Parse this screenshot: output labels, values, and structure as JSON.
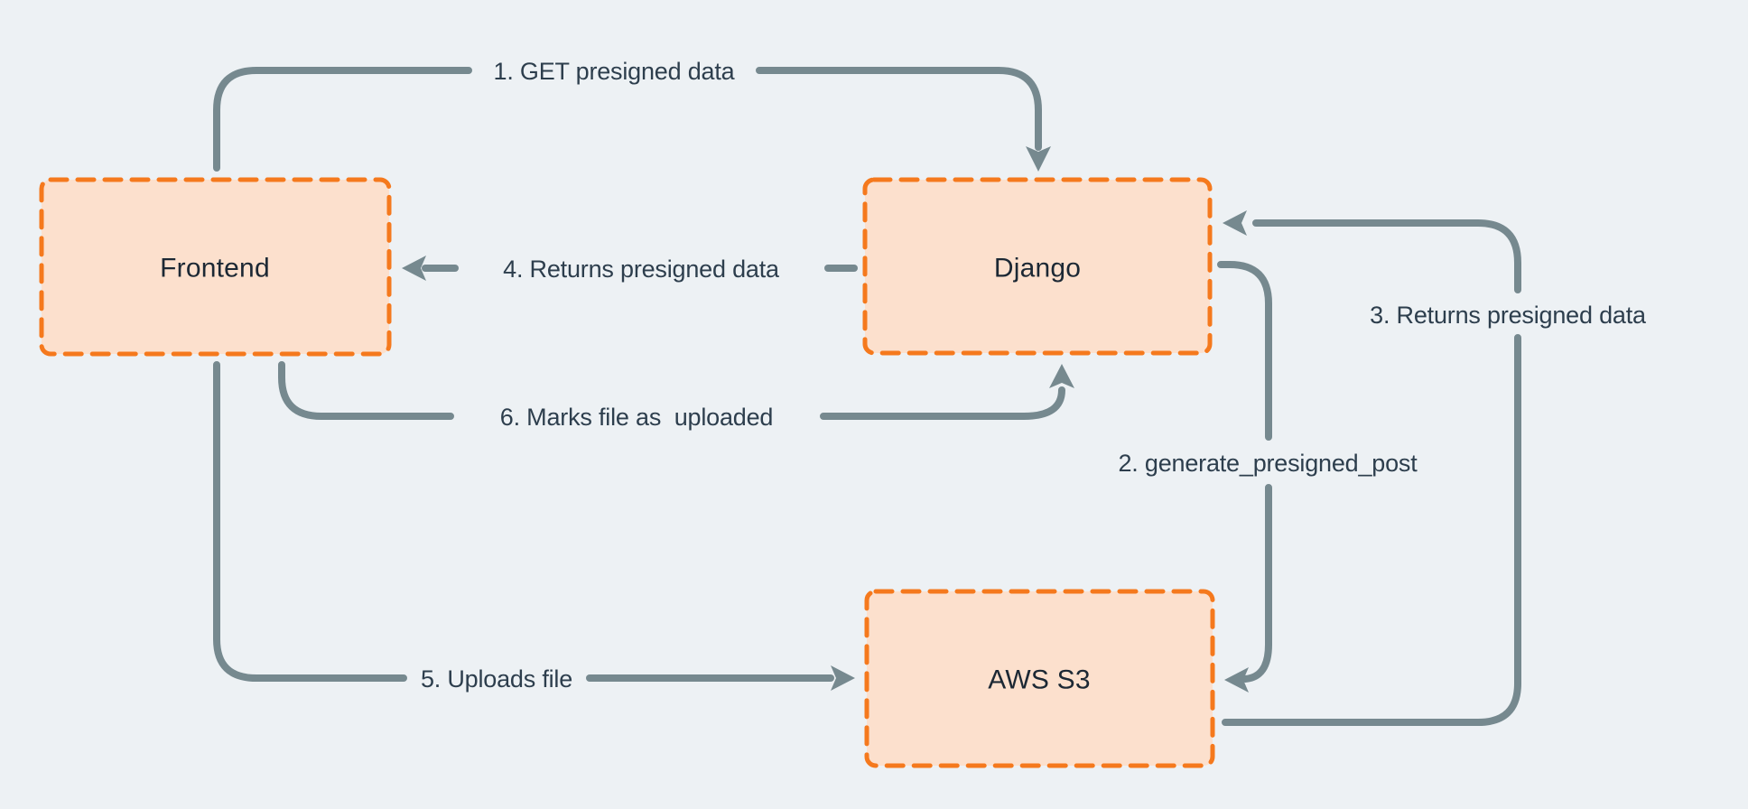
{
  "title": "Presigned upload flow diagram",
  "palette": {
    "bg": "#edf1f4",
    "box_fill": "#fce0cd",
    "box_border": "#f5791d",
    "arrow": "#76898f",
    "label_text": "#2d3e4d",
    "node_text": "#1c2834"
  },
  "nodes": [
    {
      "id": "frontend",
      "label": "Frontend"
    },
    {
      "id": "django",
      "label": "Django"
    },
    {
      "id": "aws-s3",
      "label": "AWS S3"
    }
  ],
  "arrows": [
    {
      "id": "1",
      "label": "1. GET presigned data",
      "from": "Frontend",
      "to": "Django"
    },
    {
      "id": "2",
      "label": "2. generate_presigned_post",
      "from": "Django",
      "to": "AWS S3"
    },
    {
      "id": "3",
      "label": "3. Returns presigned data",
      "from": "AWS S3",
      "to": "Django"
    },
    {
      "id": "4",
      "label": "4. Returns presigned data",
      "from": "Django",
      "to": "Frontend"
    },
    {
      "id": "5",
      "label": "5. Uploads file",
      "from": "Frontend",
      "to": "AWS S3"
    },
    {
      "id": "6",
      "label": "6. Marks file as  uploaded",
      "from": "Frontend",
      "to": "Django"
    }
  ]
}
